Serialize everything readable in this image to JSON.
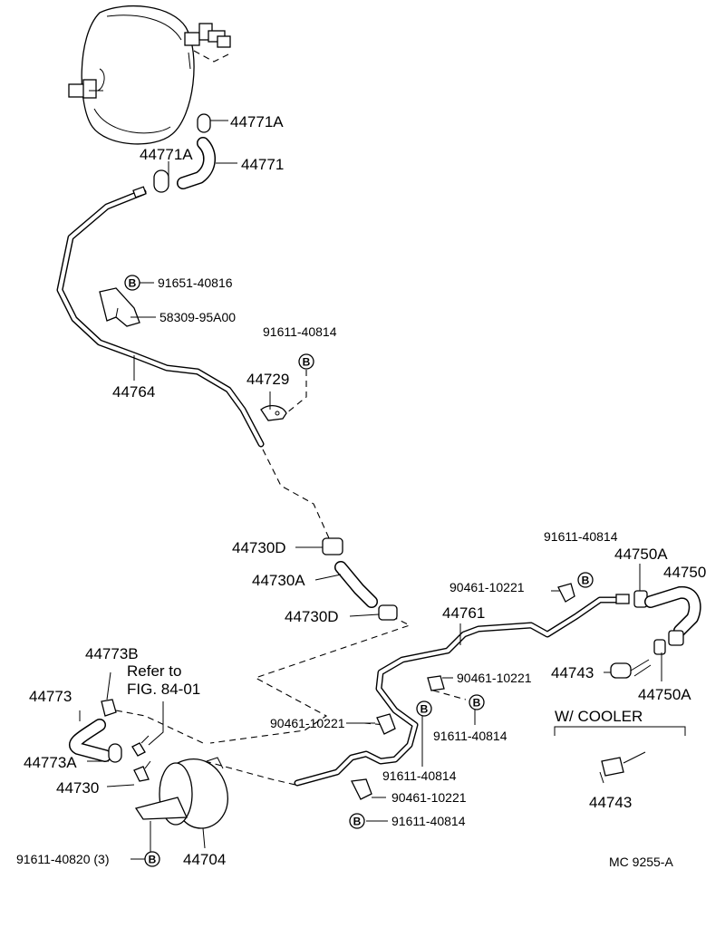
{
  "labels": {
    "p44771A_top": "44771A",
    "p44771A_left": "44771A",
    "p44771": "44771",
    "p91651": "91651-40816",
    "p58309": "58309-95A00",
    "p91611_a": "91611-40814",
    "p44729": "44729",
    "p44764": "44764",
    "p44730D_top": "44730D",
    "p44730A": "44730A",
    "p44730D_bot": "44730D",
    "p91611_b": "91611-40814",
    "p44750A_top": "44750A",
    "p44750": "44750",
    "p90461_a": "90461-10221",
    "p44761": "44761",
    "p44743": "44743",
    "p44750A_bot": "44750A",
    "p90461_b": "90461-10221",
    "p91611_c": "91611-40814",
    "p44773B": "44773B",
    "refer1": "Refer to",
    "refer2": "FIG. 84-01",
    "p44773": "44773",
    "p90461_c": "90461-10221",
    "p91611_d": "91611-40814",
    "p44773A": "44773A",
    "p44730": "44730",
    "p90461_d": "90461-10221",
    "p91611_e": "91611-40814",
    "p91611_f": "91611-40820 (3)",
    "p44704": "44704",
    "cooler": "W/ COOLER",
    "p44743_cooler": "44743",
    "code": "MC  9255-A",
    "b": "B"
  }
}
